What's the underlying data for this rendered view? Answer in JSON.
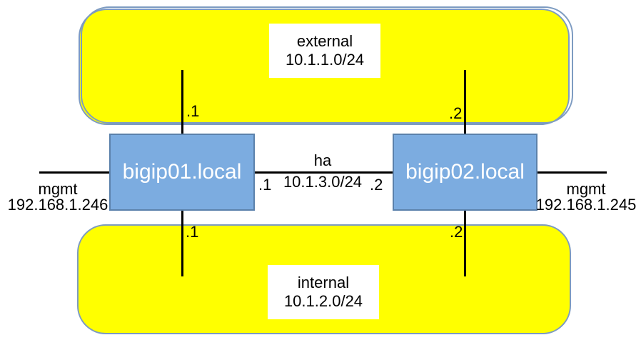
{
  "diagram": {
    "networks": {
      "external": {
        "label": "external",
        "subnet": "10.1.1.0/24"
      },
      "internal": {
        "label": "internal",
        "subnet": "10.1.2.0/24"
      },
      "ha": {
        "label": "ha",
        "subnet": "10.1.3.0/24"
      }
    },
    "devices": {
      "bigip01": {
        "hostname": "bigip01.local",
        "mgmt": {
          "label": "mgmt",
          "ip": "192.168.1.246"
        },
        "interfaces": {
          "external": ".1",
          "ha": ".1",
          "internal": ".1"
        }
      },
      "bigip02": {
        "hostname": "bigip02.local",
        "mgmt": {
          "label": "mgmt",
          "ip": "192.168.1.245"
        },
        "interfaces": {
          "external": ".2",
          "ha": ".2",
          "internal": ".2"
        }
      }
    },
    "colors": {
      "network_fill": "#ffff00",
      "network_border": "#7d9bc1",
      "device_fill": "#7cace0",
      "device_border": "#5b81ab",
      "device_text": "#ffffff",
      "line": "#000000",
      "label_bg": "#ffffff",
      "text": "#000000"
    }
  }
}
